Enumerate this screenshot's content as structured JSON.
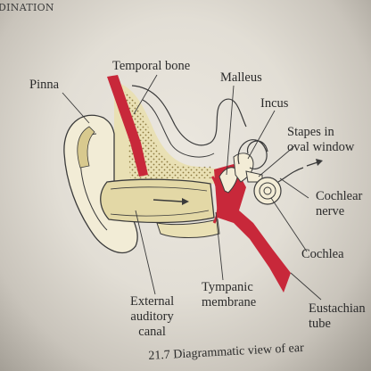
{
  "header": {
    "text": "DINATION"
  },
  "labels": {
    "pinna": "Pinna",
    "temporal_bone": "Temporal bone",
    "malleus": "Malleus",
    "incus": "Incus",
    "stapes": "Stapes in\noval window",
    "cochlear_nerve": "Cochlear\nnerve",
    "cochlea": "Cochlea",
    "eustachian": "Eustachian\ntube",
    "tympanic": "Tympanic\nmembrane",
    "external": "External\nauditory\ncanal"
  },
  "caption": "21.7 Diagrammatic view of ear",
  "colors": {
    "bone_red": "#c8283a",
    "stipple": "#8c7a40",
    "ear_fill": "#e9e0b4",
    "outline": "#3b3b3b"
  }
}
